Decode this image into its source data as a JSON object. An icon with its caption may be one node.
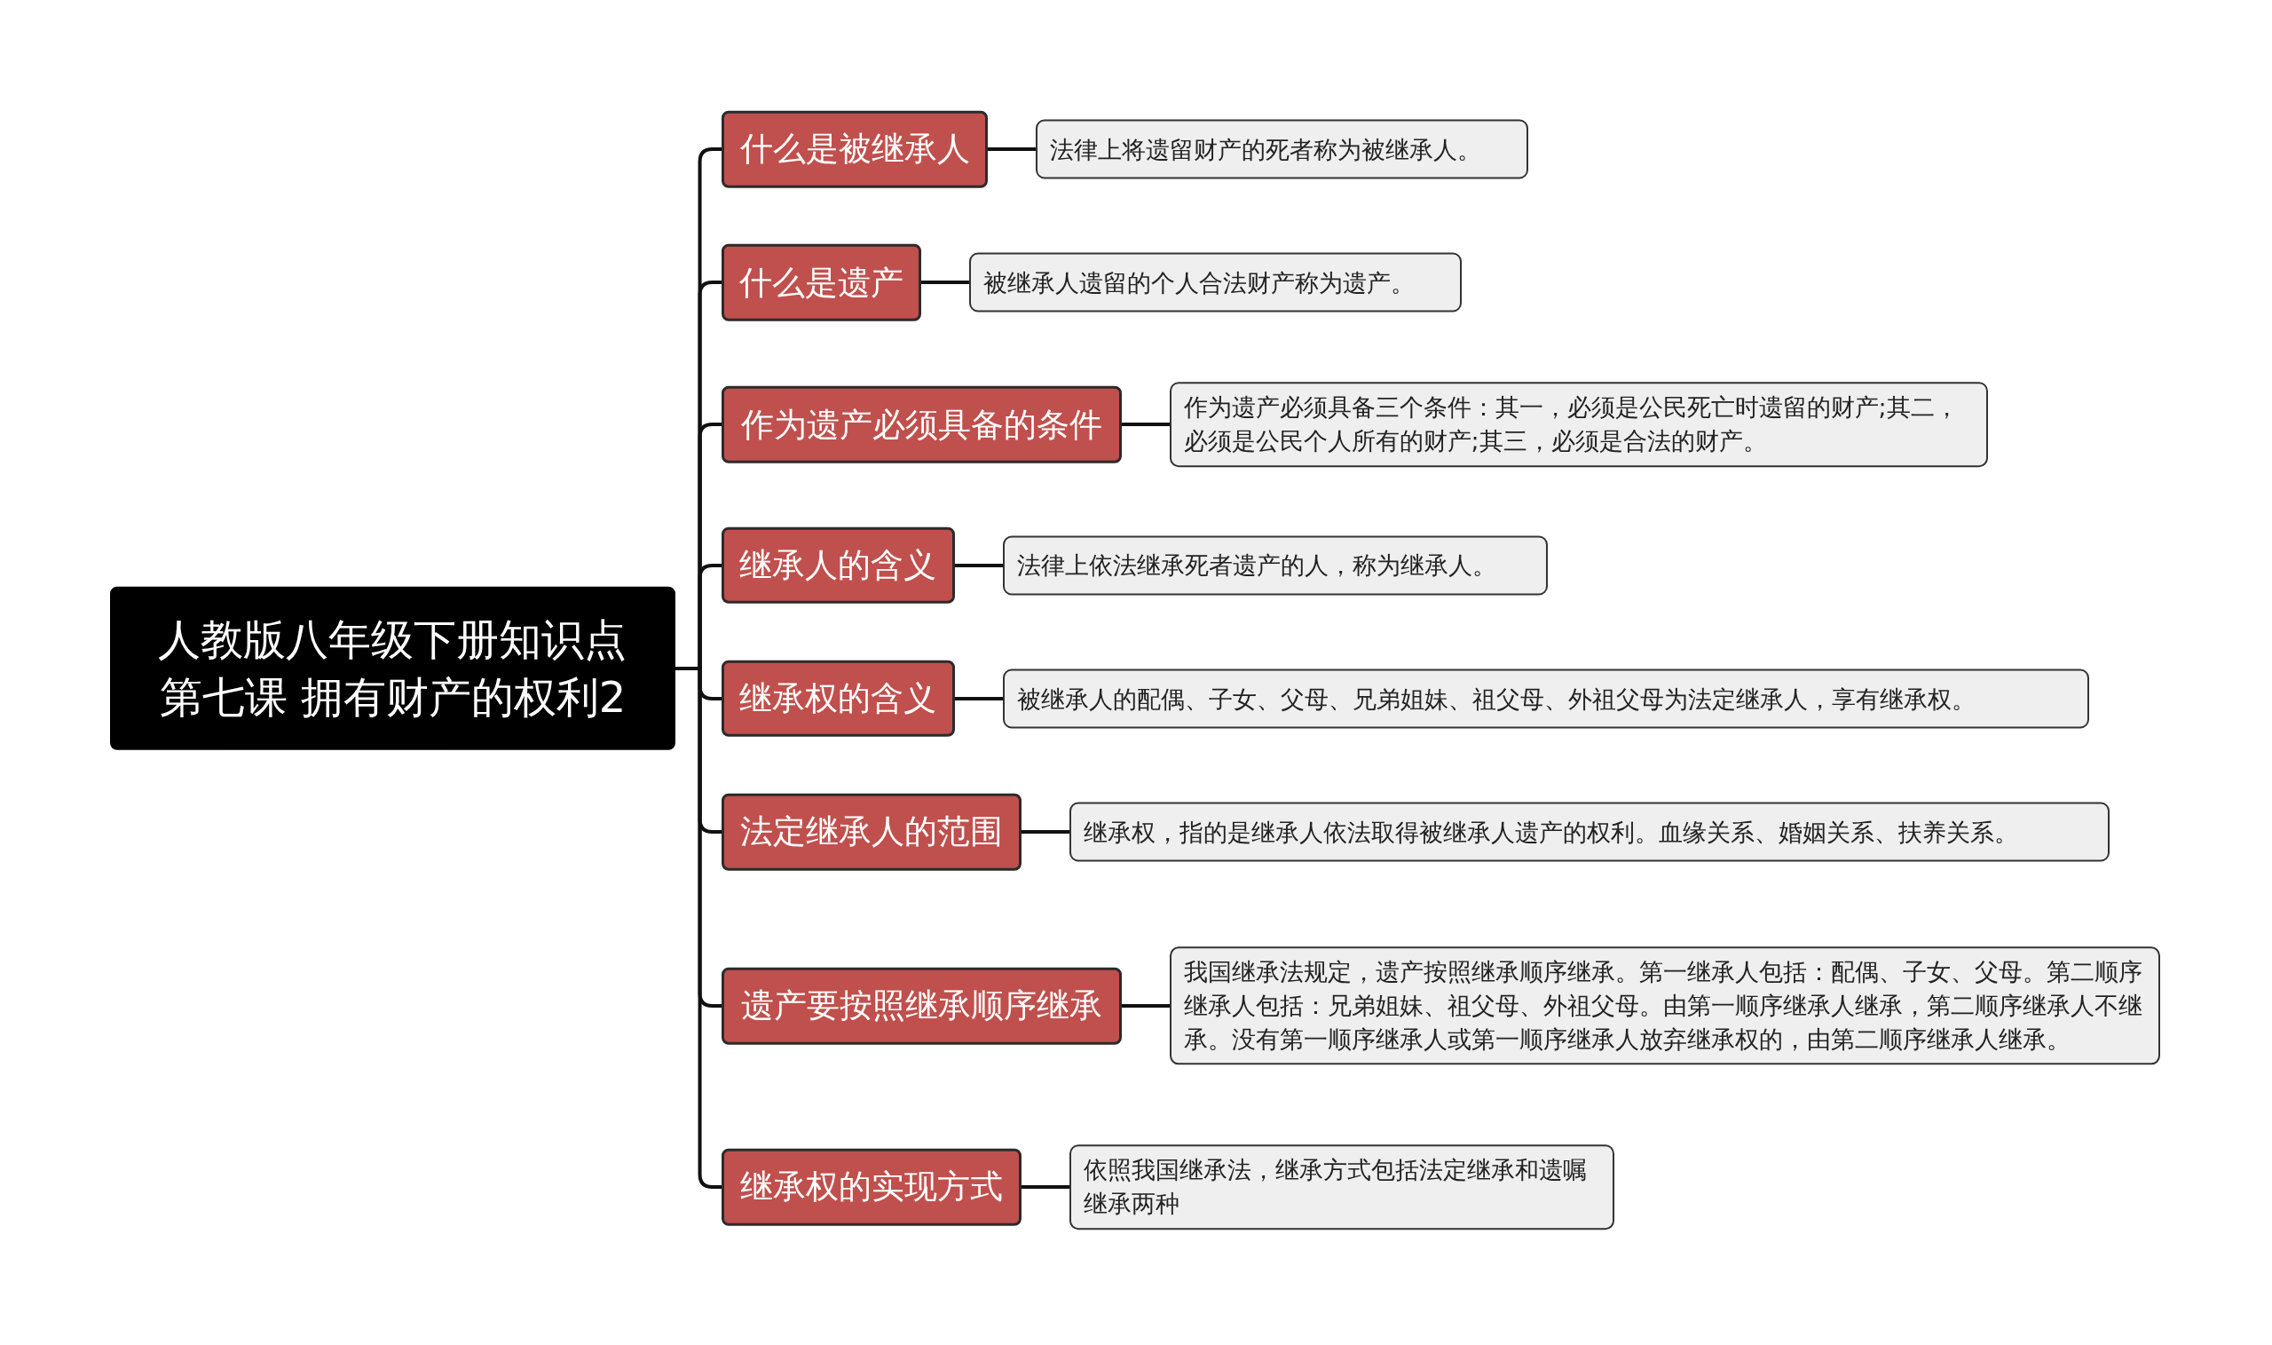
{
  "diagram": {
    "nodes": [
      {
        "text": [
          "人教版八年级下册知识点第七课 拥有财产的权利2"
        ]
      },
      {
        "text": [
          "什么是被继承人"
        ]
      },
      {
        "text": [
          "法律上将遗留财产的死者称为被继承人。"
        ]
      },
      {
        "text": [
          "什么是遗产"
        ]
      },
      {
        "text": [
          "被继承人遗留的个人合法财产称为遗产。"
        ]
      },
      {
        "text": [
          "作为遗产必须具备的条件"
        ]
      },
      {
        "text": [
          "作为遗产必须具备三个条件：其一，必须是公民死亡时遗留的财产;其二，必须是公民个人所有的财产;其三，必须是合法的财产。"
        ]
      },
      {
        "text": [
          "继承人的含义"
        ]
      },
      {
        "text": [
          "法律上依法继承死者遗产的人，称为继承人。"
        ]
      },
      {
        "text": [
          "继承权的含义"
        ]
      },
      {
        "text": [
          "被继承人的配偶、子女、父母、兄弟姐妹、祖父母、外祖父母为法定继承人，享有继承权。"
        ]
      },
      {
        "text": [
          "法定继承人的范围"
        ]
      },
      {
        "text": [
          "继承权，指的是继承人依法取得被继承人遗产的权利。血缘关系、婚姻关系、扶养关系。"
        ]
      },
      {
        "text": [
          "遗产要按照继承顺序继承"
        ]
      },
      {
        "text": [
          "我国继承法规定，遗产按照继承顺序继承。第一继承人包括：配偶、子女、父母。第二顺序继承人包括：兄弟姐妹、祖父母、外祖父母。由第一顺序继承人继承，第二顺序继承人不继承。没有第一顺序继承人或第一顺序继承人放弃继承权的，由第二顺序继承人继承。"
        ]
      },
      {
        "text": [
          "继承权的实现方式"
        ]
      },
      {
        "text": [
          "依照我国继承法，继承方式包括法定继承和遗嘱继承两种"
        ]
      }
    ],
    "edges": [
      {
        "from": 0,
        "to": 1,
        "arrow": "none"
      },
      {
        "from": 1,
        "to": 2,
        "arrow": "none"
      },
      {
        "from": 0,
        "to": 3,
        "arrow": "none"
      },
      {
        "from": 3,
        "to": 4,
        "arrow": "none"
      },
      {
        "from": 0,
        "to": 5,
        "arrow": "none"
      },
      {
        "from": 5,
        "to": 6,
        "arrow": "none"
      },
      {
        "from": 0,
        "to": 7,
        "arrow": "none"
      },
      {
        "from": 7,
        "to": 8,
        "arrow": "none"
      },
      {
        "from": 0,
        "to": 9,
        "arrow": "none"
      },
      {
        "from": 9,
        "to": 10,
        "arrow": "none"
      },
      {
        "from": 0,
        "to": 11,
        "arrow": "none"
      },
      {
        "from": 11,
        "to": 12,
        "arrow": "none"
      },
      {
        "from": 0,
        "to": 13,
        "arrow": "none"
      },
      {
        "from": 13,
        "to": 14,
        "arrow": "none"
      },
      {
        "from": 0,
        "to": 15,
        "arrow": "none"
      },
      {
        "from": 15,
        "to": 16,
        "arrow": "none"
      }
    ]
  }
}
